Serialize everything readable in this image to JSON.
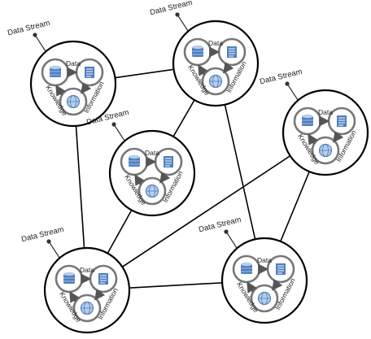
{
  "labels": {
    "data_stream": "Data Stream",
    "data": "Data",
    "information": "Information",
    "knowledge": "Knowledge"
  },
  "colors": {
    "icon_blue": "#4f7fc1",
    "icon_light": "#b9cde8",
    "outline": "#000000",
    "inner_ring": "#777777"
  },
  "icons": [
    "database-icon",
    "document-icon",
    "globe-icon"
  ]
}
